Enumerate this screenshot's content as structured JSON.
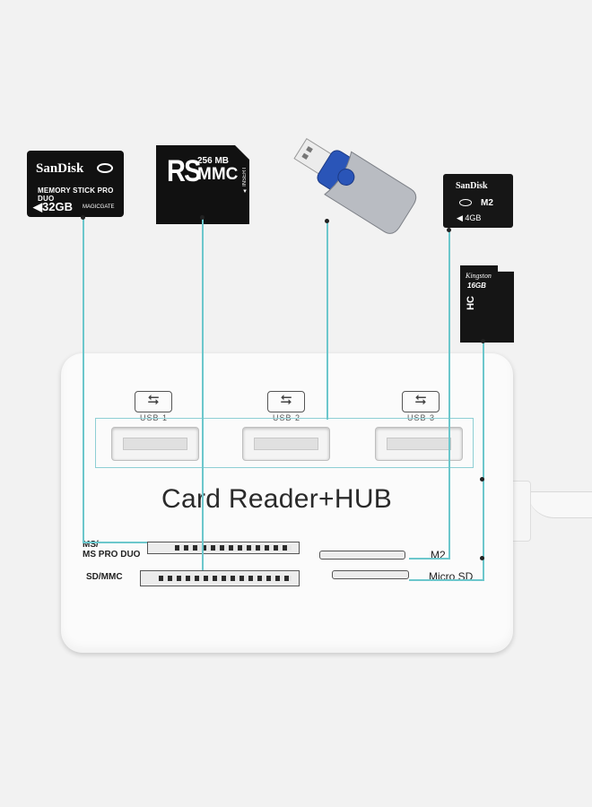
{
  "cards": {
    "ms": {
      "brand": "SanDisk",
      "line": "MEMORY STICK PRO DUO",
      "capacity": "◀32GB",
      "extra": "MAGICGATE"
    },
    "rsmmc": {
      "rs": "RS",
      "capacity": "256 MB",
      "mmc": "MMC",
      "insert": "▲ INSERT"
    },
    "m2": {
      "brand": "SanDisk",
      "type": "M2",
      "capacity": "◀ 4GB"
    },
    "microsd": {
      "brand": "Kingston",
      "capacity": "16GB",
      "hc": "HC"
    }
  },
  "hub": {
    "title": "Card Reader+HUB",
    "usb_ports": [
      {
        "symbol": "⮀",
        "label": "USB 1"
      },
      {
        "symbol": "⮀",
        "label": "USB 2"
      },
      {
        "symbol": "⮀",
        "label": "USB 3"
      }
    ],
    "slot_labels": {
      "ms": "MS/\nMS PRO DUO",
      "sd": "SD/MMC",
      "m2": "M2",
      "microsd": "Micro SD"
    }
  },
  "colors": {
    "callout": "#6cc7cc",
    "usb_drive": "#2a55b8"
  }
}
